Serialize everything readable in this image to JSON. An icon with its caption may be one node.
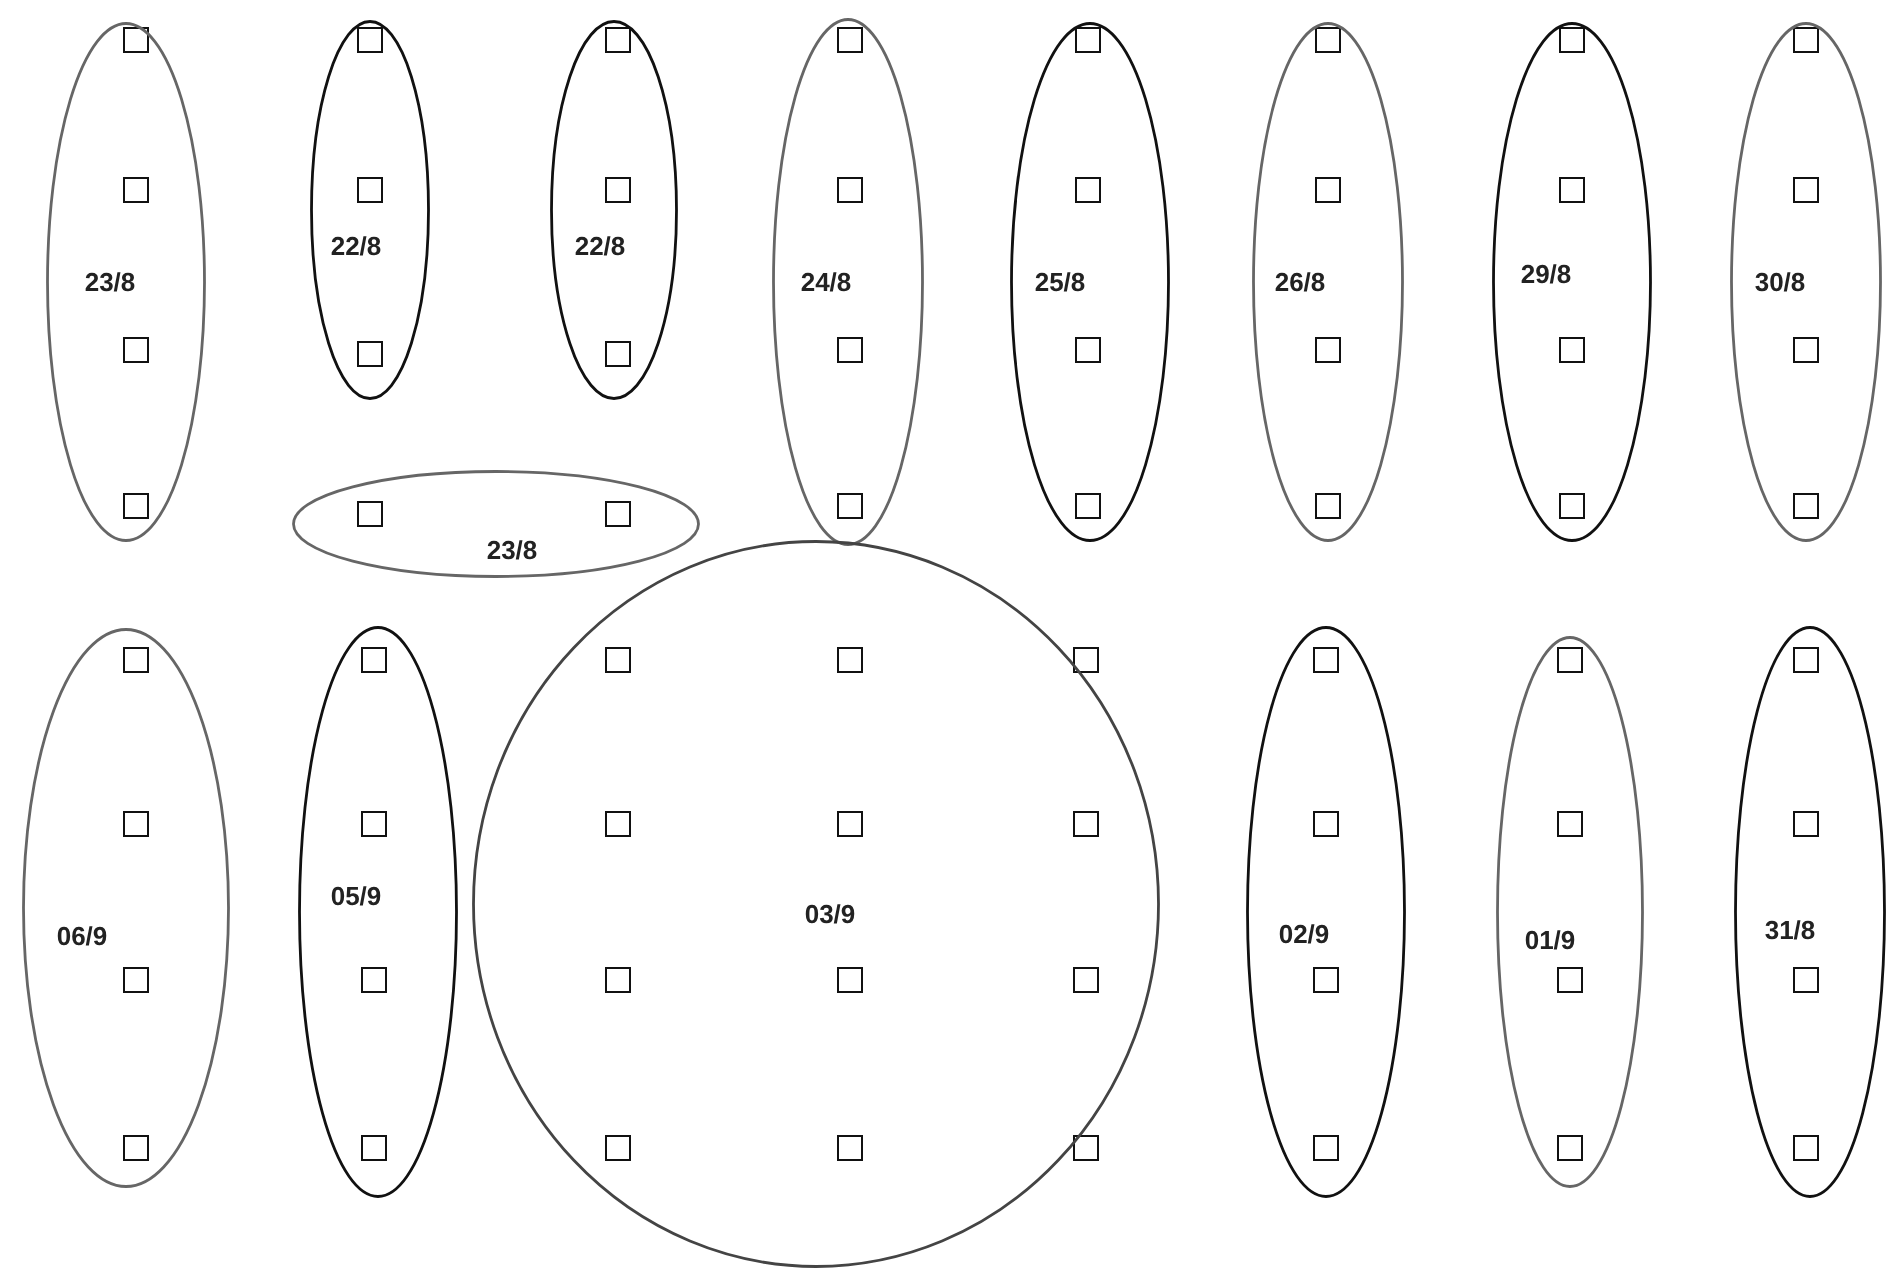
{
  "diagram": {
    "nodes": [
      {
        "text": [
          "23/8"
        ]
      },
      {
        "text": [
          "22/8"
        ]
      },
      {
        "text": [
          "22/8"
        ]
      },
      {
        "text": [
          "24/8"
        ]
      },
      {
        "text": [
          "25/8"
        ]
      },
      {
        "text": [
          "26/8"
        ]
      },
      {
        "text": [
          "29/8"
        ]
      },
      {
        "text": [
          "30/8"
        ]
      },
      {
        "text": [
          "23/8"
        ]
      },
      {
        "text": [
          "06/9"
        ]
      },
      {
        "text": [
          "05/9"
        ]
      },
      {
        "text": [
          "03/9"
        ]
      },
      {
        "text": [
          "02/9"
        ]
      },
      {
        "text": [
          "01/9"
        ]
      },
      {
        "text": [
          "31/8"
        ]
      }
    ]
  }
}
